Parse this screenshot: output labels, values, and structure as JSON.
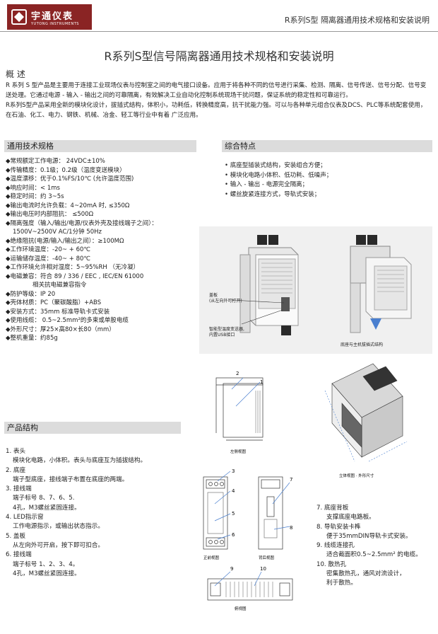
{
  "header": {
    "logo_cn": "宇通仪表",
    "logo_en": "YUTONG INSTRUMENTS",
    "title": "R系列S型  隔离器通用技术规格和安装说明"
  },
  "main_title": "R系列S型信号隔离器通用技术规格和安装说明",
  "overview": {
    "heading": "概 述",
    "p1": "R 系列 S 型产品是主要用于连接工业现场仪表与控制室之间的电气接口设备。应用于将各种不同的信号进行采集、检测、隔离、信号传送、信号分配、信号变送处理。它通过电源 - 输入 - 输出之间的可靠隔离，有效解决工业自动化控制系统现场干扰问题，保证系统的稳定性和可靠运行。",
    "p2": "R系列S型产品采用全新的模块化设计，拔插式结构，体积小，功耗低，转换精度高，抗干扰能力强。可以与各种单元组合仪表及DCS、PLC等系统配套使用，在石油、化工、电力、钢铁、机械、冶金、轻工等行业中有着 广泛应用。"
  },
  "specs": {
    "heading": "通用技术规格",
    "items": [
      "◆常规额定工作电源： 24VDC±10%",
      "◆传输精度：0.1级；0.2级（温度变送模块）",
      "◆温度漂移：优于0.1%FS/10℃ (允许温度范围)",
      "◆响应时间：< 1ms",
      "◆稳定时间：约 3~5s",
      "◆输出电流时允许负载：4~20mA 时, ≤350Ω",
      "◆输出电压时内部阻抗：  ≤500Ω",
      "◆隔离强度（输入/输出/电源/仪表外壳及接线端子之间）：",
      "1500V~2500V AC/1分钟  50Hz",
      "◆绝缘阻抗(电源/输入/输出之间）：≥100MΩ",
      "◆工作环境温度：-20~ + 60℃",
      "◆运输储存温度：-40~ + 80℃",
      "◆工作环境允许相对湿度：5~95%RH （无冷凝）",
      "◆电磁兼容：符合 89 / 336 / EEC , IEC/EN 61000",
      "相关抗电磁兼容指令",
      "◆防护等级：IP 20",
      "◆壳体材质：PC（聚碳酸脂）+ABS",
      "◆安装方式：35mm 标准导轨卡式安装",
      "◆使用线缆： 0.5~2.5mm²的多束或单股电缆",
      "◆外形尺寸：厚25×高80×长80（mm）",
      "◆整机重量：约85g"
    ]
  },
  "features": {
    "heading": "综合特点",
    "items": [
      "• 底座型插装式结构，安装组合方便；",
      "• 模块化电路小体积、低功耗、低噪声；",
      "• 输入 - 输出 - 电源完全隔离；",
      "• 螺丝旋紧连接方式，导轨式安装；"
    ]
  },
  "photo_labels": {
    "cover": "盖板",
    "cover_sub": "(从左向外可打开)",
    "usb": "智能型温度变送器,",
    "usb_sub": "内置USB接口",
    "right": "底座与主机拔插式结构"
  },
  "drawing_labels": {
    "left_view": "左侧视图",
    "iso_view": "立体视图 · 外形尺寸",
    "front_view": "正前视图",
    "back_view": "背后视图",
    "top_view": "俯视图",
    "n1": "1",
    "n2": "2",
    "n3": "3",
    "n4": "4",
    "n5": "5",
    "n6": "6",
    "n7": "7",
    "n8": "8",
    "n9": "9",
    "n10": "10"
  },
  "structure": {
    "heading": "产品结构",
    "items_left": [
      "1. 表头",
      "模块化电路，小体积。表头与底座互为插拔结构。",
      "2. 底座",
      "端子型底座，接线端子布置在底座的两端。",
      "3. 接线端",
      "端子标号 8、7、6、5.",
      "4孔，M3螺丝紧固连接。",
      "4. LED指示窗",
      "工作电源指示，或输出状态指示。",
      "5. 盖板",
      "从左向外可开启，按下即可扣合。",
      "6. 接线端",
      "端子标号 1、2、3、4。",
      "4孔，M3螺丝紧固连接。"
    ],
    "items_right": [
      "7. 底座背板",
      "支撑底座电路板。",
      "8. 导轨安装卡榫",
      "便于35mmDIN导轨卡式安装。",
      "9. 线缆连接孔",
      "适合截面积0.5~2.5mm² 的电缆。",
      "10. 散热孔",
      "密集散热孔，通风对流设计，",
      "利于散热。"
    ]
  }
}
